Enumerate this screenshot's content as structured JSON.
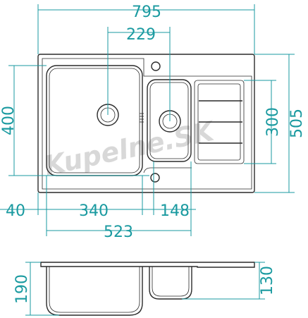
{
  "drawing": {
    "watermark": "Kupelne.SK",
    "dimensions": {
      "overall_width": "795",
      "main_bowl_width": "229",
      "overall_depth": "505",
      "bowl_depth": "400",
      "drainer_depth": "300",
      "edge_offset": "40",
      "main_bowl_span": "340",
      "small_bowl_span": "148",
      "bowls_total": "523",
      "main_bowl_height": "190",
      "small_bowl_height": "130"
    },
    "colors": {
      "dimension": "#1a9aa0",
      "outline": "#2a2a2a",
      "watermark": "#d8d8d8"
    }
  }
}
